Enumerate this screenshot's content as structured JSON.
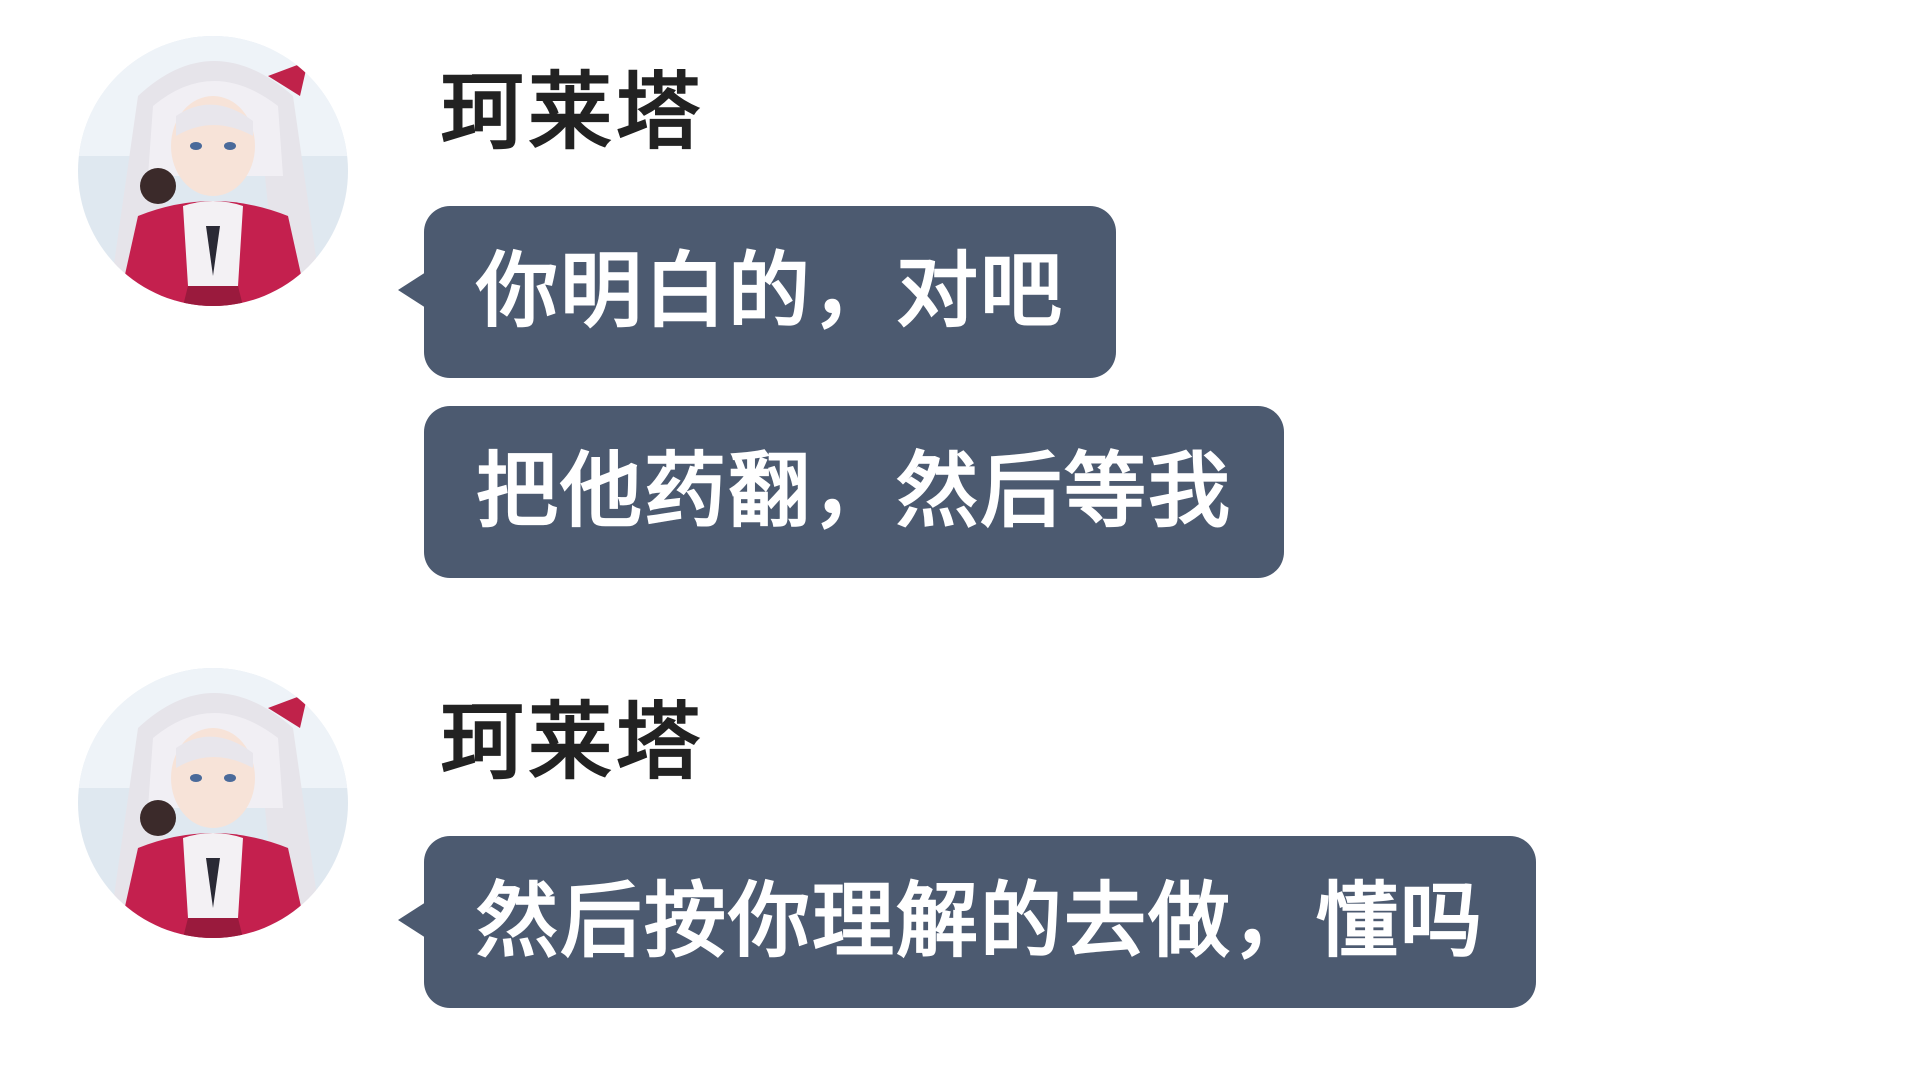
{
  "messages": [
    {
      "sender": "珂莱塔",
      "avatar_icon": "character-avatar-icon",
      "bubbles": [
        "你明白的，对吧",
        "把他药翻，然后等我"
      ]
    },
    {
      "sender": "珂莱塔",
      "avatar_icon": "character-avatar-icon",
      "bubbles": [
        "然后按你理解的去做，懂吗"
      ]
    }
  ],
  "colors": {
    "bubble_bg": "#4c5a70",
    "bubble_text": "#ffffff",
    "name_text": "#222222",
    "page_bg": "#ffffff"
  }
}
